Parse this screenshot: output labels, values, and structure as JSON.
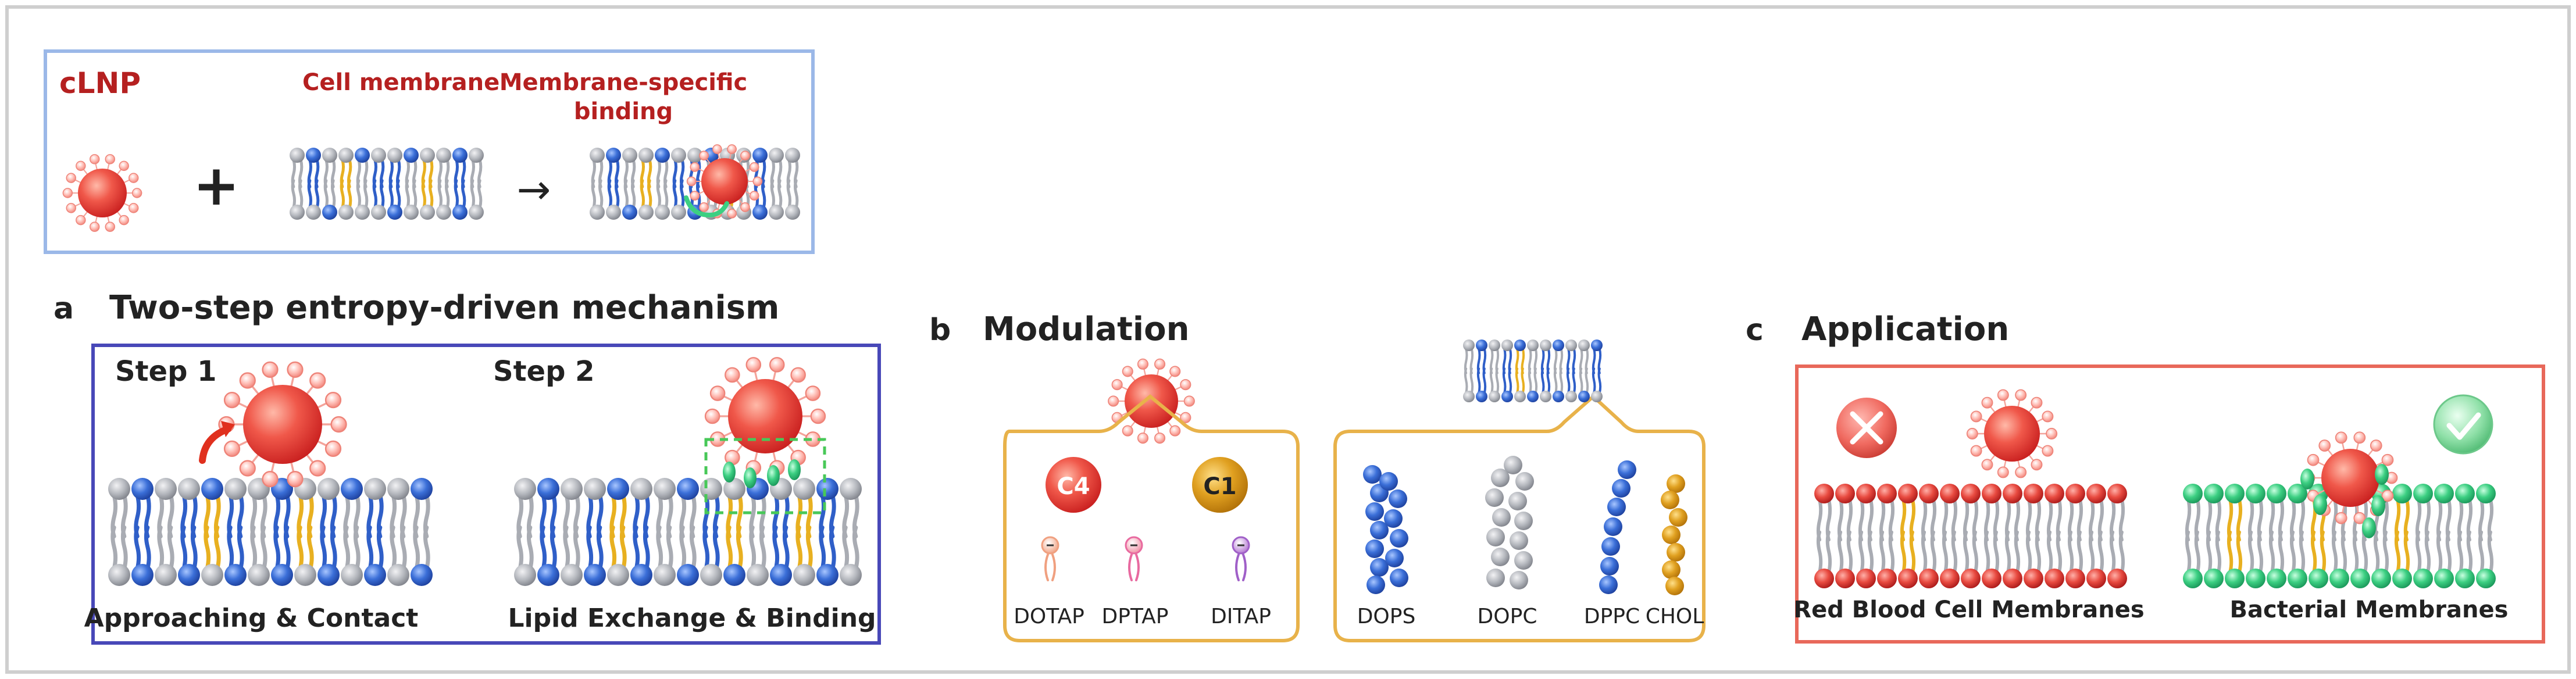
{
  "top": {
    "clnp_label": "cLNP",
    "cell_membrane_label": "Cell membrane",
    "binding_label_line1": "Membrane-specific",
    "binding_label_line2": "binding",
    "plus": "+",
    "arrow": "→"
  },
  "panel_a": {
    "letter": "a",
    "title": "Two-step entropy-driven mechanism",
    "step1": "Step 1",
    "step2": "Step 2",
    "caption1": "Approaching & Contact",
    "caption2": "Lipid Exchange & Binding"
  },
  "panel_b": {
    "letter": "b",
    "title": "Modulation",
    "c4": "C4",
    "c1": "C1",
    "cationic_lipids": [
      "DOTAP",
      "DPTAP",
      "DITAP"
    ],
    "membrane_lipids": [
      "DOPS",
      "DOPC",
      "DPPC",
      "CHOL"
    ]
  },
  "panel_c": {
    "letter": "c",
    "title": "Application",
    "rbc_label": "Red Blood Cell Membranes",
    "bact_label": "Bacterial Membranes"
  },
  "colors": {
    "lnp_red": "#e8403a",
    "box_blue_light": "#9bb8e8",
    "box_indigo": "#4848b8",
    "box_orange": "#e8b24a",
    "box_red": "#e8685a",
    "title_red": "#b52020",
    "lipid_blue": "#2f5fc8",
    "lipid_yellow": "#e8b020",
    "lipid_gray": "#a9acb3",
    "green": "#3ccf82"
  },
  "icons": [
    "cross-icon",
    "check-icon"
  ]
}
